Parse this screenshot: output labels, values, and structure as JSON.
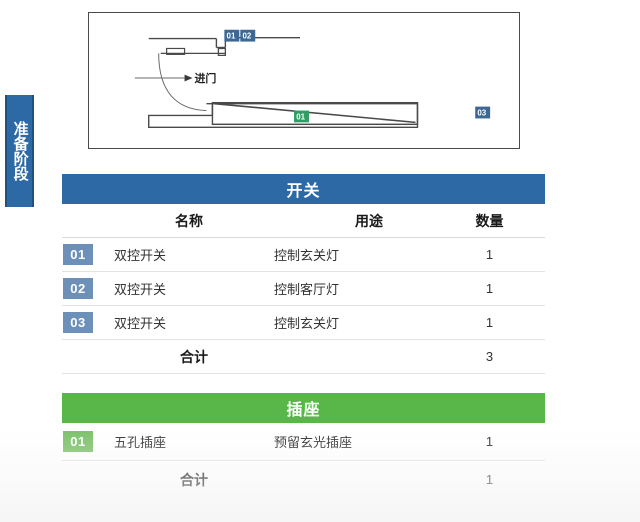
{
  "stage_tab": {
    "label": "准备阶段"
  },
  "diagram": {
    "name": "entry-hallway-floor-plan",
    "door_label": "进门",
    "badges": [
      {
        "id": "01",
        "color": "#3d6894"
      },
      {
        "id": "02",
        "color": "#3d6894"
      },
      {
        "id": "03",
        "color": "#3d6894"
      },
      {
        "id": "01",
        "color": "#2f9e63"
      }
    ],
    "badge_01": "01",
    "badge_02": "02",
    "badge_03": "03",
    "badge_green_01": "01"
  },
  "colors": {
    "switch_bar": "#2d69a5",
    "socket_bar": "#59b74a",
    "switch_badge": "#6c90b8",
    "socket_badge": "#7dc26b",
    "stage_tab": "#2d69a5"
  },
  "columns": {
    "name": "名称",
    "use": "用途",
    "qty": "数量"
  },
  "sections": [
    {
      "title": "开关",
      "rows": [
        {
          "index": "01",
          "name": "双控开关",
          "use": "控制玄关灯",
          "qty": "1"
        },
        {
          "index": "02",
          "name": "双控开关",
          "use": "控制客厅灯",
          "qty": "1"
        },
        {
          "index": "03",
          "name": "双控开关",
          "use": "控制玄关灯",
          "qty": "1"
        }
      ],
      "total_label": "合计",
      "total_qty": "3"
    },
    {
      "title": "插座",
      "rows": [
        {
          "index": "01",
          "name": "五孔插座",
          "use": "预留玄光插座",
          "qty": "1"
        }
      ],
      "total_label": "合计",
      "total_qty": "1"
    }
  ]
}
